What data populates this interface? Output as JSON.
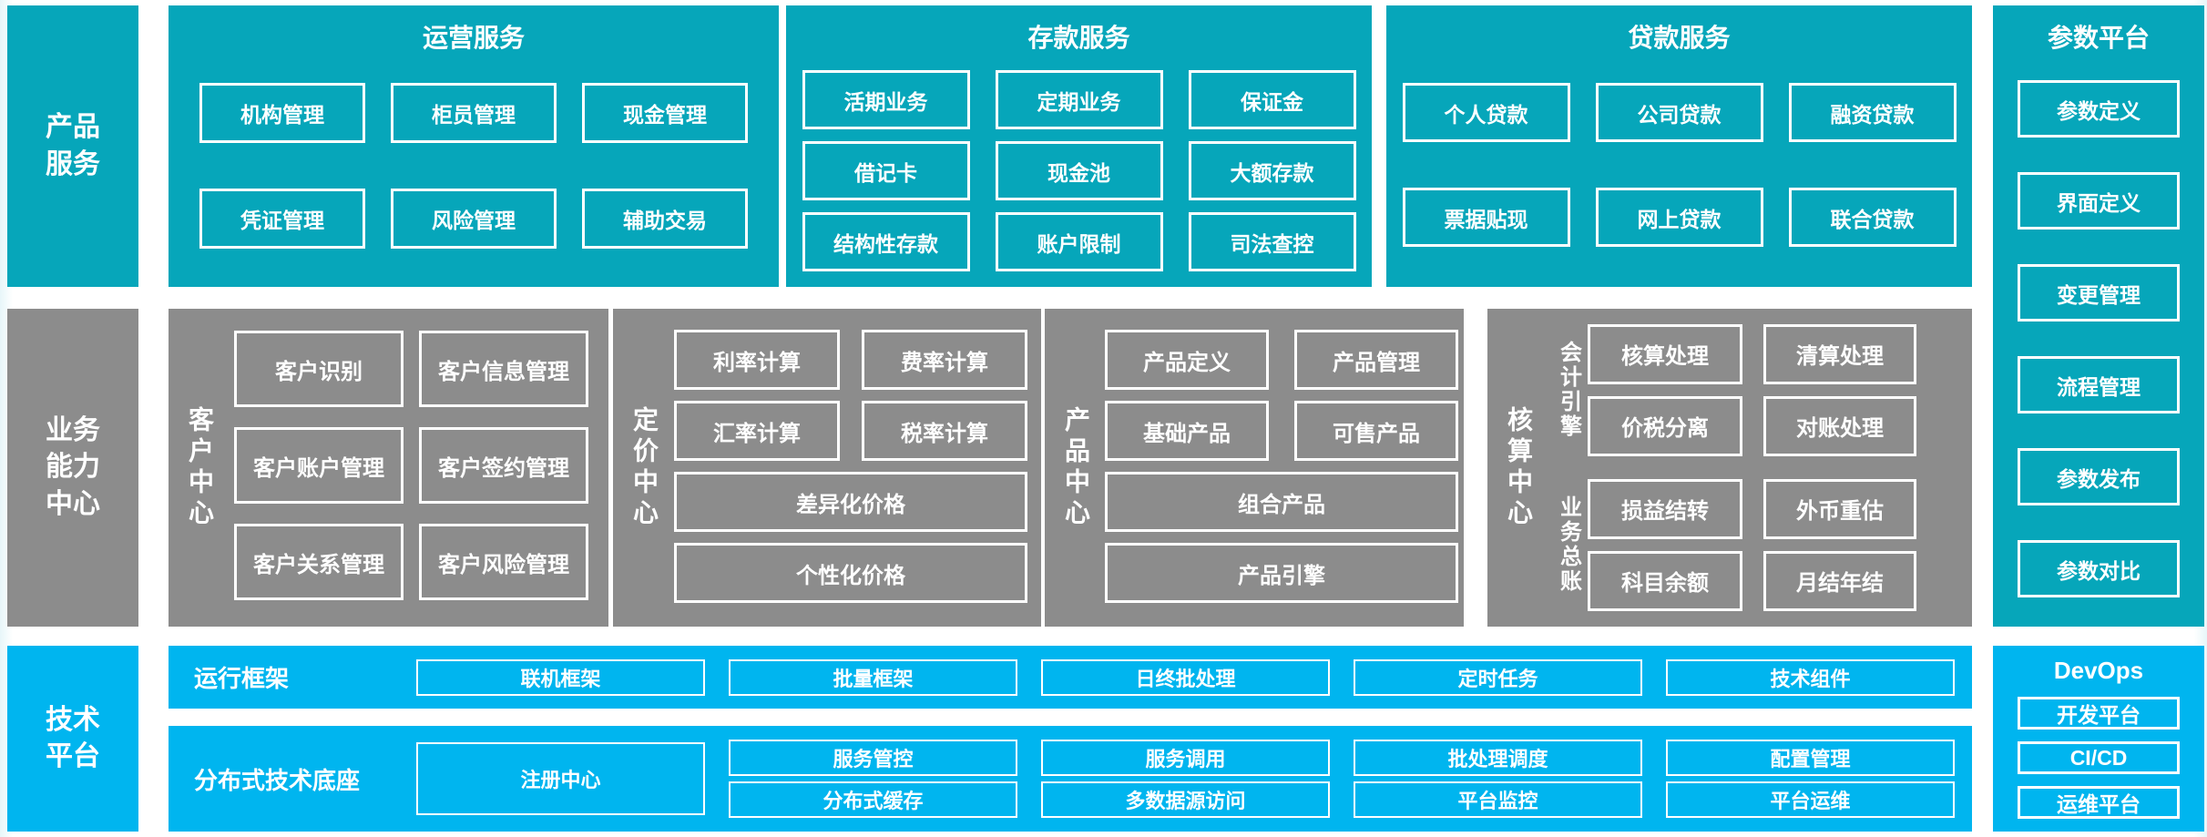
{
  "colors": {
    "teal": "#06a6ba",
    "gray": "#8c8c8c",
    "blue": "#00b5ef",
    "box_border": "#ffffff",
    "text": "#ffffff"
  },
  "top": {
    "sidebar": "产品\n服务",
    "operations": {
      "title": "运营服务",
      "rows": [
        [
          "机构管理",
          "柜员管理",
          "现金管理"
        ],
        [
          "凭证管理",
          "风险管理",
          "辅助交易"
        ]
      ]
    },
    "deposit": {
      "title": "存款服务",
      "rows": [
        [
          "活期业务",
          "定期业务",
          "保证金"
        ],
        [
          "借记卡",
          "现金池",
          "大额存款"
        ],
        [
          "结构性存款",
          "账户限制",
          "司法查控"
        ]
      ]
    },
    "loan": {
      "title": "贷款服务",
      "rows": [
        [
          "个人贷款",
          "公司贷款",
          "融资贷款"
        ],
        [
          "票据贴现",
          "网上贷款",
          "联合贷款"
        ]
      ]
    },
    "param": {
      "title": "参数平台",
      "items": [
        "参数定义",
        "界面定义",
        "变更管理",
        "流程管理",
        "参数发布",
        "参数对比"
      ]
    }
  },
  "middle": {
    "sidebar": "业务\n能力\n中心",
    "customer": {
      "label": "客户中心",
      "rows": [
        [
          "客户识别",
          "客户信息管理"
        ],
        [
          "客户账户管理",
          "客户签约管理"
        ],
        [
          "客户关系管理",
          "客户风险管理"
        ]
      ]
    },
    "pricing": {
      "label": "定价中心",
      "rows": [
        [
          "利率计算",
          "费率计算"
        ],
        [
          "汇率计算",
          "税率计算"
        ]
      ],
      "wide": [
        "差异化价格",
        "个性化价格"
      ]
    },
    "product": {
      "label": "产品中心",
      "rows": [
        [
          "产品定义",
          "产品管理"
        ],
        [
          "基础产品",
          "可售产品"
        ]
      ],
      "wide": [
        "组合产品",
        "产品引擎"
      ]
    },
    "accounting": {
      "label": "核算中心",
      "groups": [
        {
          "label": "会计引擎",
          "rows": [
            [
              "核算处理",
              "清算处理"
            ],
            [
              "价税分离",
              "对账处理"
            ]
          ]
        },
        {
          "label": "业务总账",
          "rows": [
            [
              "损益结转",
              "外币重估"
            ],
            [
              "科目余额",
              "月结年结"
            ]
          ]
        }
      ]
    }
  },
  "bottom": {
    "sidebar": "技术\n平台",
    "runtime": {
      "label": "运行框架",
      "items": [
        "联机框架",
        "批量框架",
        "日终批处理",
        "定时任务",
        "技术组件"
      ]
    },
    "distributed": {
      "label": "分布式技术底座",
      "registry": "注册中心",
      "columns": [
        [
          "服务管控",
          "分布式缓存"
        ],
        [
          "服务调用",
          "多数据源访问"
        ],
        [
          "批处理调度",
          "平台监控"
        ],
        [
          "配置管理",
          "平台运维"
        ]
      ]
    },
    "devops": {
      "title": "DevOps",
      "items": [
        "开发平台",
        "CI/CD",
        "运维平台"
      ]
    }
  }
}
